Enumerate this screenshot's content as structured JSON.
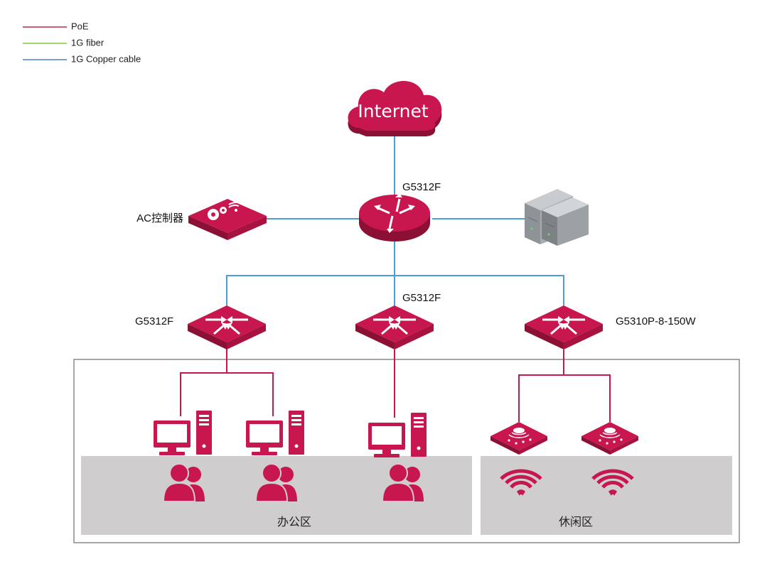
{
  "legend": [
    {
      "label": "PoE",
      "color": "#c0283a"
    },
    {
      "label": "1G fiber",
      "color": "#7ccc3c"
    },
    {
      "label": "1G Copper cable",
      "color": "#4b83be"
    }
  ],
  "colors": {
    "device": "#c8174e",
    "device_dark": "#8c0f34",
    "uplink": "#4ea0cc",
    "poe": "#c8174e",
    "zone_fill": "#cfcdce",
    "zone_border": "#8a8a8a"
  },
  "nodes": {
    "internet": {
      "label": "Internet",
      "icon": "cloud-icon"
    },
    "core_switch": {
      "label": "G5312F",
      "icon": "router-icon"
    },
    "ac_controller": {
      "label": "AC控制器",
      "icon": "ac-controller-icon"
    },
    "server": {
      "label": "",
      "icon": "server-icon"
    },
    "switch_left": {
      "label": "G5312F",
      "icon": "switch-icon"
    },
    "switch_middle": {
      "label": "G5312F",
      "icon": "switch-icon"
    },
    "switch_right": {
      "label": "G5310P-8-150W",
      "icon": "switch-icon"
    }
  },
  "zones": [
    {
      "label": "办公区"
    },
    {
      "label": "休闲区"
    }
  ]
}
